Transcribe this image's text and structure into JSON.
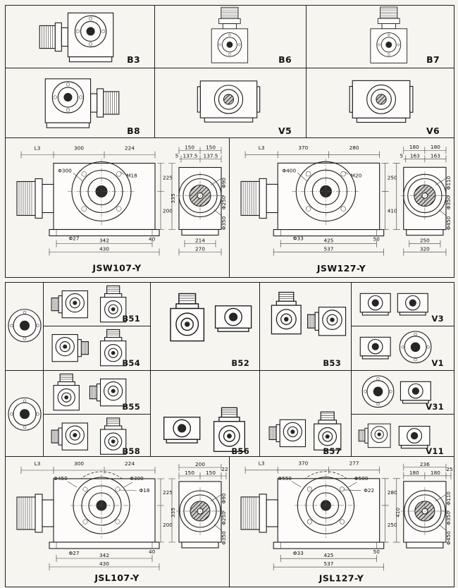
{
  "mount_top": [
    {
      "label": "B3"
    },
    {
      "label": "B6"
    },
    {
      "label": "B7"
    },
    {
      "label": "B8"
    },
    {
      "label": "V5"
    },
    {
      "label": "V6"
    }
  ],
  "mount_mid": {
    "col2": [
      {
        "label": "B51"
      },
      {
        "label": "B54"
      },
      {
        "label": "B55"
      },
      {
        "label": "B58"
      }
    ],
    "col3": [
      {
        "label": "B52"
      },
      {
        "label": "B56"
      }
    ],
    "col4": [
      {
        "label": "B53"
      },
      {
        "label": "B57"
      }
    ],
    "col5": [
      {
        "label": "V3"
      },
      {
        "label": "V1"
      },
      {
        "label": "V31"
      },
      {
        "label": "V11"
      }
    ]
  },
  "jsw107": {
    "title": "JSW107-Y",
    "l3": "L3",
    "t1": "300",
    "t2": "224",
    "ring": "Φ300",
    "bolt": "M18",
    "r1": "225",
    "r2": "200",
    "r3": "335",
    "b1": "342",
    "b2": "430",
    "shaft": "Φ27",
    "foot": "40",
    "sa": "150",
    "sb": "150",
    "s5": "5",
    "sc": "137.5",
    "sd": "137.5",
    "p1": "Φ90",
    "p2": "Φ250",
    "p3": "Φ350",
    "sb1": "214",
    "sb2": "270"
  },
  "jsw127": {
    "title": "JSW127-Y",
    "l3": "L3",
    "t1": "370",
    "t2": "280",
    "ring": "Φ400",
    "bolt": "M20",
    "r1": "250",
    "r2": "410",
    "r3": "",
    "b1": "425",
    "b2": "537",
    "shaft": "Φ33",
    "foot": "50",
    "sa": "180",
    "sb": "180",
    "s5": "5",
    "sc": "163",
    "sd": "163",
    "p1": "Φ110",
    "p2": "Φ350",
    "p3": "Φ450",
    "sb1": "250",
    "sb2": "320"
  },
  "jsl107": {
    "title": "JSL107-Y",
    "l3": "L3",
    "t1": "300",
    "t2": "224",
    "big": "Φ450",
    "ring": "Φ300",
    "bolt": "Φ18",
    "r1": "225",
    "r2": "200",
    "r3": "335",
    "b1": "342",
    "b2": "430",
    "shaft": "Φ27",
    "foot": "40",
    "s0": "200",
    "sa": "150",
    "sb": "150",
    "soff": "22",
    "p1": "Φ90",
    "p2": "Φ250",
    "p3": "Φ350"
  },
  "jsl127": {
    "title": "JSL127-Y",
    "l3": "L3",
    "t1": "370",
    "t2": "277",
    "big": "Φ550",
    "ring": "Φ500",
    "bolt": "Φ22",
    "r1": "280",
    "r2": "250",
    "r3": "410",
    "b1": "425",
    "b2": "537",
    "shaft": "Φ33",
    "foot": "50",
    "s0": "236",
    "sa": "180",
    "sb": "180",
    "soff": "25",
    "p1": "Φ110",
    "p2": "Φ350",
    "p3": "Φ450"
  }
}
